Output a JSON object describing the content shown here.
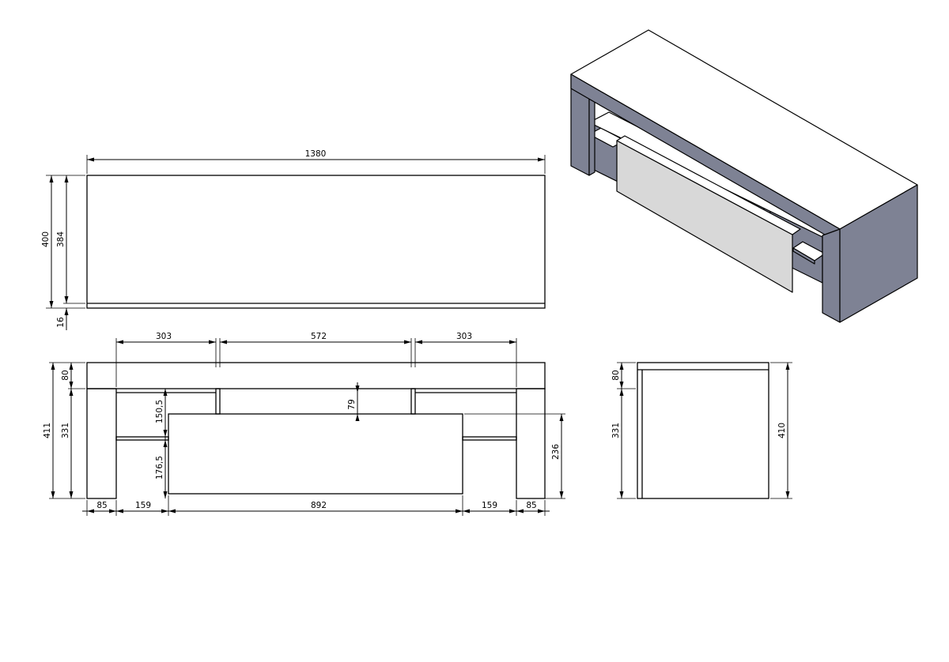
{
  "colors": {
    "line": "#000000",
    "background": "#ffffff",
    "iso_side": "#7e8294",
    "iso_top": "#ffffff",
    "iso_drawer": "#d8d8d8"
  },
  "top_view": {
    "width": "1380",
    "depth": "400",
    "depth_inner": "384",
    "back_panel": "16"
  },
  "front_view": {
    "top_left": "303",
    "top_middle": "572",
    "top_right": "303",
    "shelf_gap": "79",
    "upper_shelf": "150,5",
    "lower_shelf": "176,5",
    "drawer_height": "236",
    "top_thickness": "80",
    "leg_height": "331",
    "total_height": "411",
    "leg_left": "85",
    "niche_left": "159",
    "drawer_width": "892",
    "niche_right": "159",
    "leg_right": "85"
  },
  "side_view": {
    "top_thickness": "80",
    "leg_height": "331",
    "total_height": "410"
  }
}
